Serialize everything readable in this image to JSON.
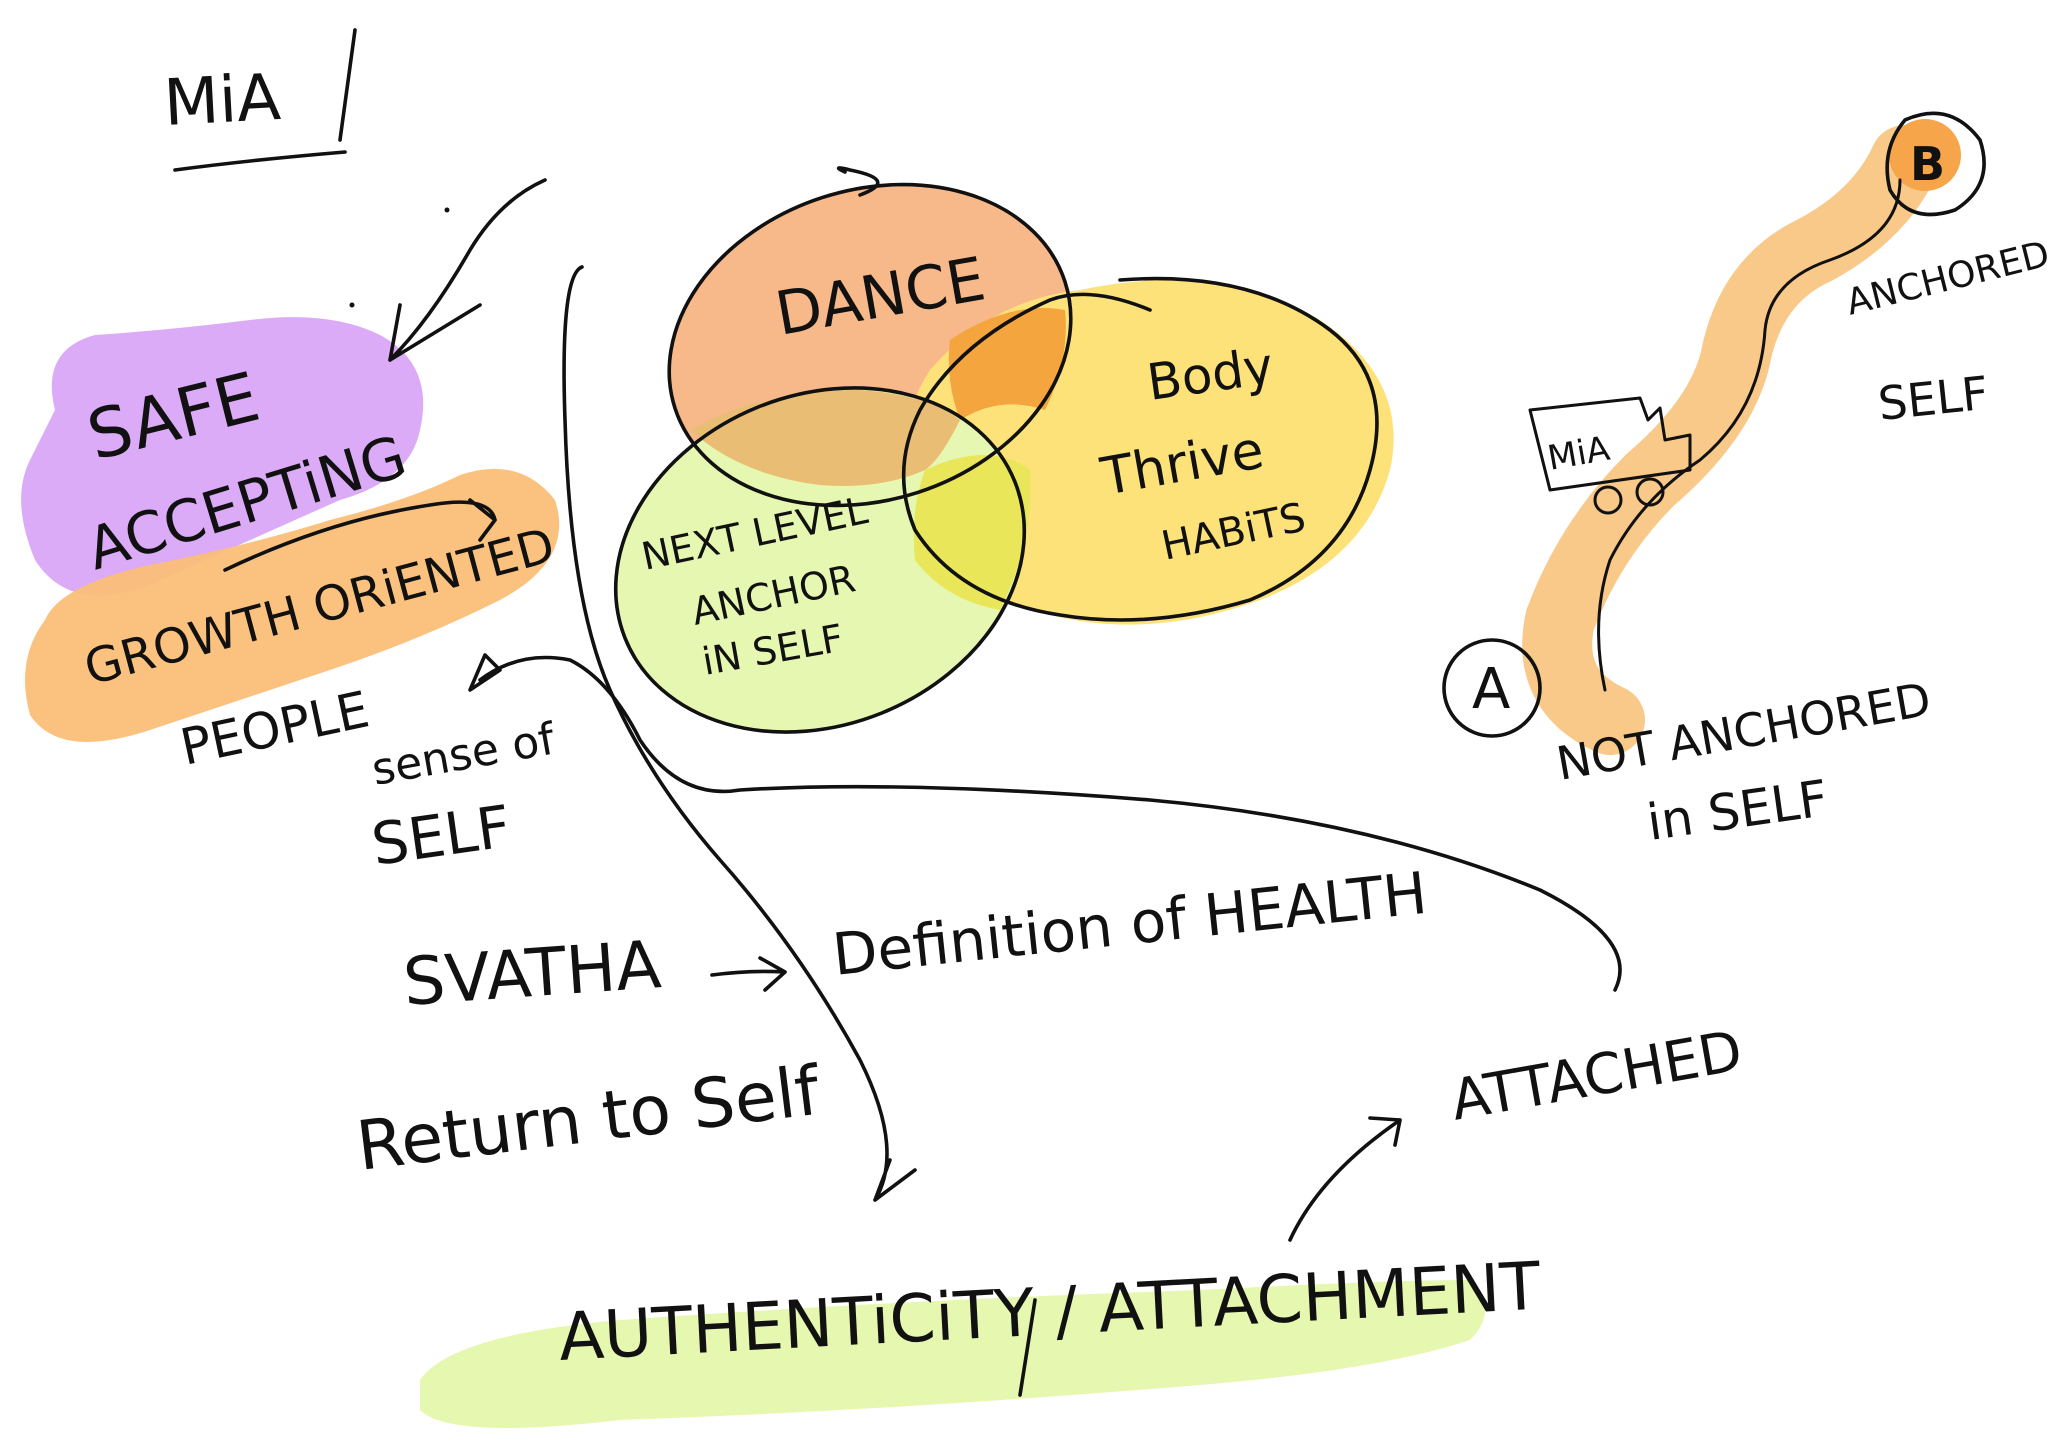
{
  "canvas": {
    "background": "#ffffff",
    "ink_color": "#111111"
  },
  "colors": {
    "purple_highlight": "#d9a6f7",
    "orange_highlight": "#fbbf78",
    "dance_fill": "#f8b98a",
    "body_fill": "#fde27a",
    "next_level_fill": "#e6f7b2",
    "overlap_orange": "#f5a53d",
    "overlap_yellow": "#e9e65a",
    "overlap_tan": "#e9bd74",
    "path_highlight": "#f9c98a",
    "b_circle_fill": "#f7a54a",
    "bottom_highlight": "#e6f7b0"
  },
  "labels": {
    "title": "MiA",
    "safe": "SAFE",
    "accepting": "ACCEPTiNG",
    "growth_oriented": "GROWTH ORiENTED",
    "people": "PEOPLE",
    "sense_of": "sense of",
    "self_left": "SELF",
    "dance": "DANCE",
    "body": "Body",
    "thrive": "Thrive",
    "habits": "HABiTS",
    "next_level": "NEXT LEVEL",
    "anchor": "ANCHOR",
    "in_self": "iN SELF",
    "svatha": "SVATHA",
    "definition_of_health": "Definition of HEALTH",
    "return_to_self": "Return to Self",
    "attached": "ATTACHED",
    "authenticity_attachment": "AUTHENTiCiTY / ATTACHMENT",
    "b_marker": "B",
    "a_marker": "A",
    "anchored_in": "ANCHORED in",
    "self_right": "SELF",
    "mia_car": "MiA",
    "not_anchored": "NOT ANCHORED",
    "in_self_right": "in SELF"
  },
  "icons": {
    "title_box": "bracket-underline",
    "car": "car-icon",
    "arrows": [
      "arrow-down-left",
      "arrow-right-curve",
      "arrow-right",
      "arrow-up-right",
      "arrow-down-curve"
    ]
  }
}
